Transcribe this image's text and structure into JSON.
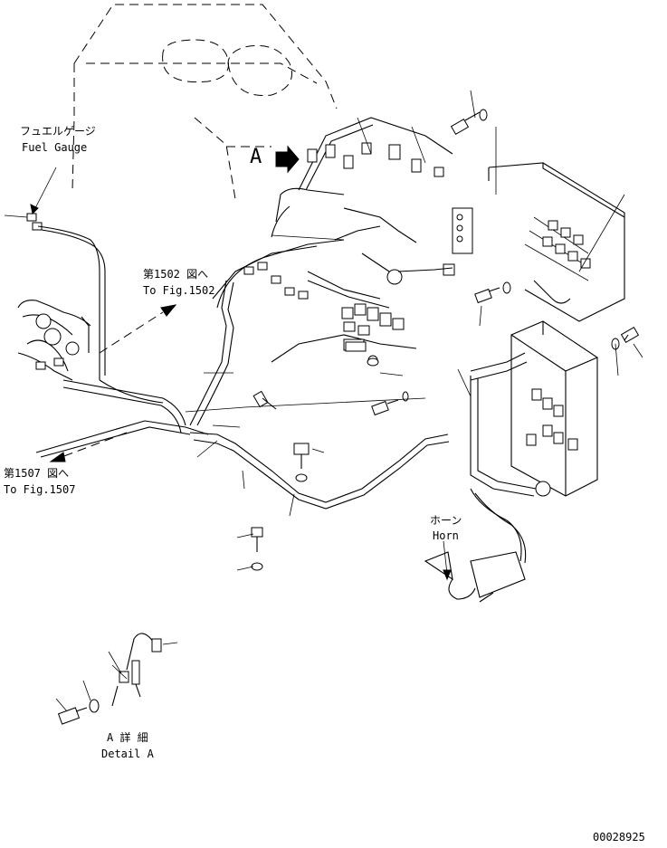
{
  "labels": {
    "fuel_gauge_jp": "フュエルゲージ",
    "fuel_gauge_en": "Fuel Gauge",
    "view_letter": "A",
    "fig1502_jp": "第1502 図へ",
    "fig1502_en": "To Fig.1502",
    "fig1507_jp": "第1507 図へ",
    "fig1507_en": "To Fig.1507",
    "horn_jp": "ホーン",
    "horn_en": "Horn",
    "detail_jp": "A 詳 細",
    "detail_en": "Detail A",
    "drawing_number": "00028925"
  }
}
